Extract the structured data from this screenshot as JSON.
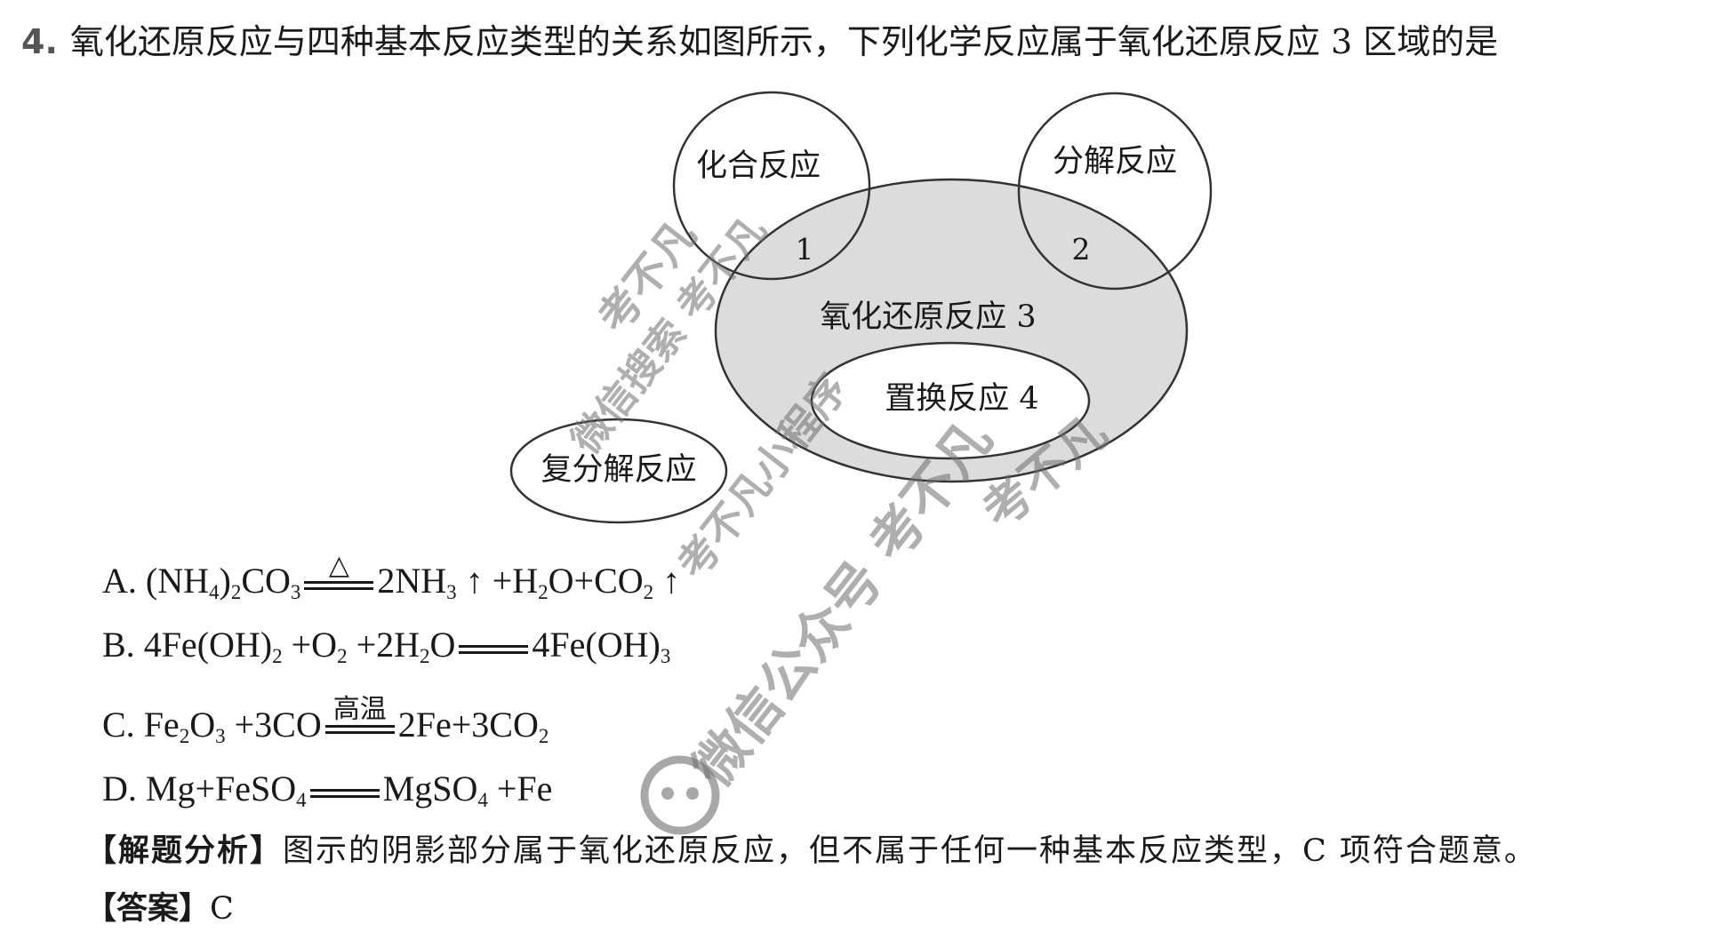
{
  "question": {
    "number": "4.",
    "text": "氧化还原反应与四种基本反应类型的关系如图所示，下列化学反应属于氧化还原反应 3 区域的是"
  },
  "diagram": {
    "circle_combination": "化合反应",
    "circle_decomposition": "分解反应",
    "circle_redox": "氧化还原反应 3",
    "circle_displacement": "置换反应 4",
    "circle_double_decomposition": "复分解反应",
    "region_1": "1",
    "region_2": "2",
    "shade_color": "#dcdcdc"
  },
  "options": {
    "a": {
      "label": "A.",
      "lhs": [
        "(NH",
        "4",
        ")",
        "2",
        "CO",
        "3"
      ],
      "cond": "△",
      "rhs": [
        "2NH",
        "3",
        " ↑ +H",
        "2",
        "O+CO",
        "2",
        " ↑"
      ]
    },
    "b": {
      "label": "B.",
      "lhs": [
        "4Fe(OH)",
        "2",
        " +O",
        "2",
        " +2H",
        "2",
        "O"
      ],
      "rhs": [
        "4Fe(OH)",
        "3"
      ]
    },
    "c": {
      "label": "C.",
      "lhs": [
        "Fe",
        "2",
        "O",
        "3",
        " +3CO"
      ],
      "cond": "高温",
      "rhs": [
        "2Fe+3CO",
        "2"
      ]
    },
    "d": {
      "label": "D.",
      "lhs": [
        "Mg+FeSO",
        "4"
      ],
      "rhs": [
        "MgSO",
        "4",
        " +Fe"
      ]
    }
  },
  "analysis": {
    "tag": "【解题分析】",
    "text": "图示的阴影部分属于氧化还原反应，但不属于任何一种基本反应类型，C 项符合题意。"
  },
  "answer": {
    "tag": "【答案】",
    "value": "C"
  },
  "watermarks": {
    "w1": "考不凡",
    "w2": "微信搜索 考不凡",
    "w3": "考不凡小程序",
    "w4": "考不凡",
    "w5": "微信公众号 考不凡",
    "icon": "wechat-icon"
  }
}
